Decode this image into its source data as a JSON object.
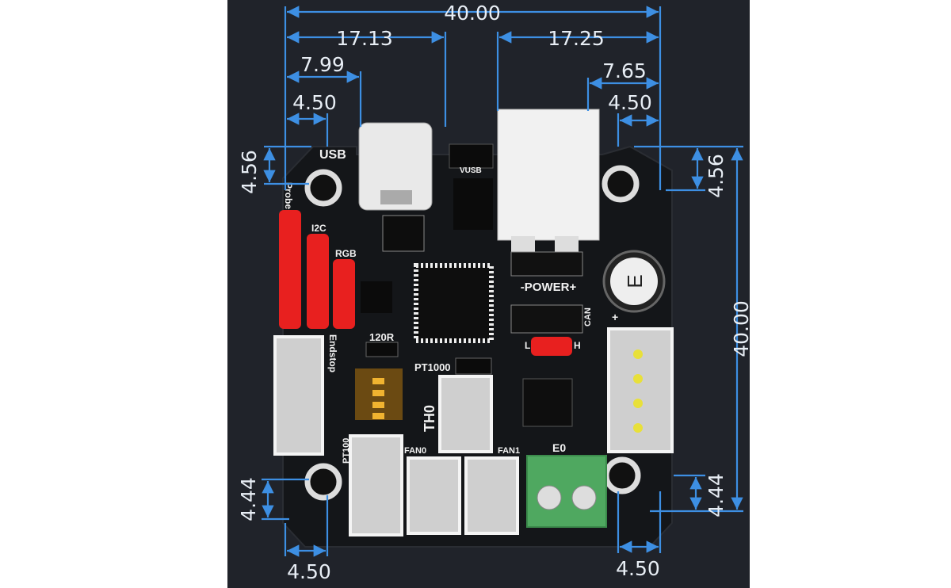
{
  "dimensions": {
    "overall_width": "40.00",
    "usb_offset": "17.13",
    "power_offset": "17.25",
    "usb_left": "7.99",
    "power_right": "7.65",
    "hole_top_left_x": "4.50",
    "hole_top_right_x": "4.50",
    "hole_top_left_y": "4.56",
    "hole_top_right_y": "4.56",
    "overall_height": "40.00",
    "hole_bottom_left_y": "4.44",
    "hole_bottom_right_y": "4.44",
    "hole_bottom_left_x": "4.50",
    "hole_bottom_right_x": "4.50"
  },
  "board_labels": {
    "usb": "USB",
    "probe": "Probe",
    "i2c": "I2C",
    "rgb": "RGB",
    "vusb": "VUSB",
    "r120": "120R",
    "endstop": "Endstop",
    "pt1000": "PT1000",
    "th0": "TH0",
    "pt100": "PT100",
    "fan0": "FAN0",
    "fan1": "FAN1",
    "e0": "E0",
    "power": "-POWER+",
    "can": "CAN",
    "l": "L",
    "h": "H",
    "plus": "+",
    "cap": "E"
  },
  "colors": {
    "background": "#20232a",
    "board": "#15171b",
    "dimension": "#3d8fe3",
    "header_red": "#e8201f",
    "terminal_green": "#4fa860"
  }
}
